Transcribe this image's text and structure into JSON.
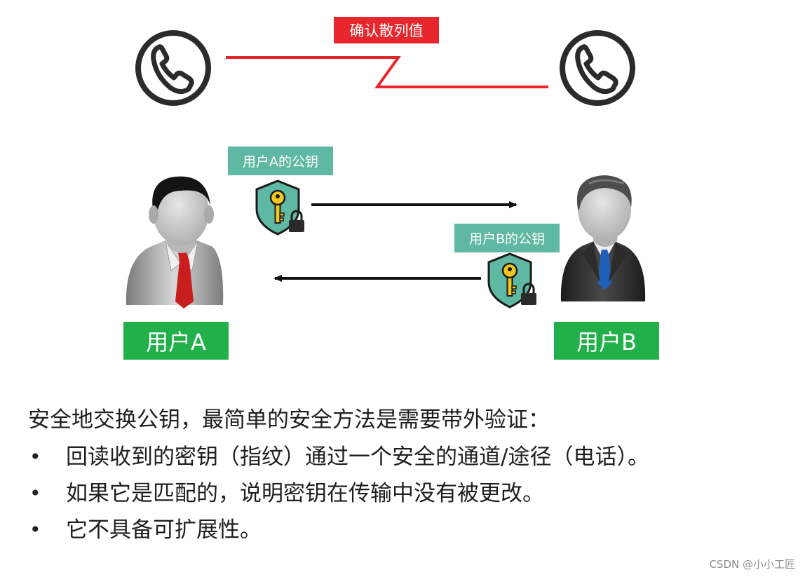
{
  "diagram": {
    "hash_label": "确认散列值",
    "pubkey_a_label": "用户A的公钥",
    "pubkey_b_label": "用户B的公钥",
    "user_a_label": "用户A",
    "user_b_label": "用户B",
    "icons": [
      "phone-icon",
      "phone-icon",
      "shield-key-lock-icon",
      "shield-key-lock-icon",
      "person-icon",
      "businessman-icon"
    ],
    "colors": {
      "red": "#e8262d",
      "teal": "#5fb8a3",
      "green": "#22b04a"
    }
  },
  "text": {
    "intro": "安全地交换公钥，最简单的安全方法是需要带外验证：",
    "bullet_char": "•",
    "bullets": [
      "回读收到的密钥（指纹）通过一个安全的通道/途径（电话）。",
      "如果它是匹配的，说明密钥在传输中没有被更改。",
      "它不具备可扩展性。"
    ]
  },
  "watermark": "CSDN @小小工匠"
}
